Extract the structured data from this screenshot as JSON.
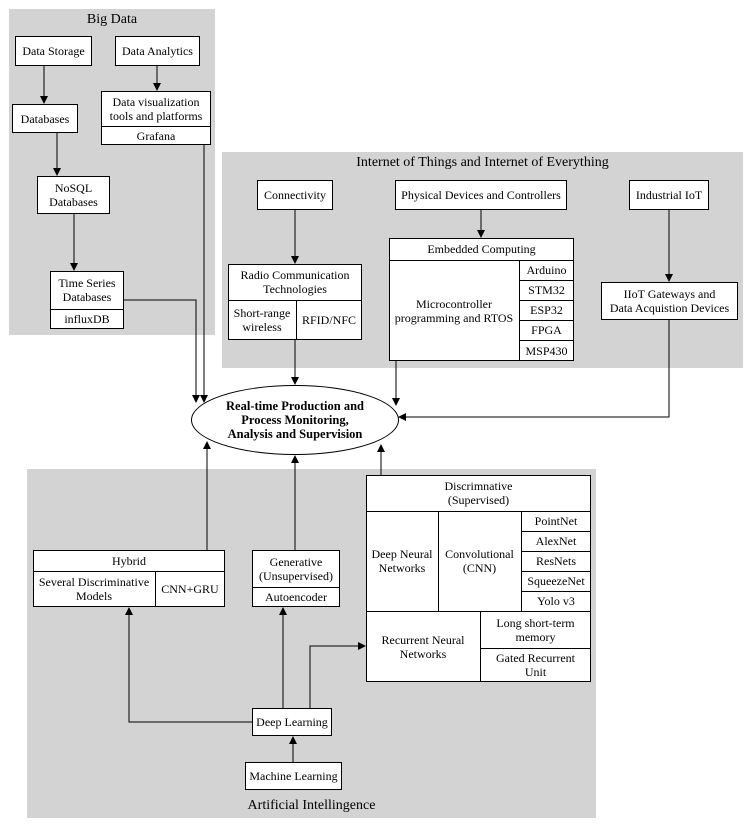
{
  "regions": {
    "big_data": "Big Data",
    "iot": "Internet of Things and Internet of Everything",
    "ai": "Artificial Intellingence"
  },
  "center": "Real-time Production and\nProcess Monitoring,\nAnalysis and Supervision",
  "big_data": {
    "data_storage": "Data Storage",
    "data_analytics": "Data Analytics",
    "databases": "Databases",
    "nosql": "NoSQL\nDatabases",
    "viz_tools": "Data visualization\ntools and platforms",
    "grafana": "Grafana",
    "time_series": "Time Series\nDatabases",
    "influxdb": "influxDB"
  },
  "iot": {
    "connectivity": "Connectivity",
    "physical_devices": "Physical Devices and Controllers",
    "industrial_iot": "Industrial IoT",
    "radio": "Radio Communication\nTechnologies",
    "short_range": "Short-range\nwireless",
    "rfid": "RFID/NFC",
    "embedded": "Embedded Computing",
    "microcontroller": "Microcontroller\nprogramming and RTOS",
    "boards": [
      "Arduino",
      "STM32",
      "ESP32",
      "FPGA",
      "MSP430"
    ],
    "gateways": "IIoT Gateways and\nData Acquistion Devices"
  },
  "ai": {
    "discriminative": "Discrimnative\n(Supervised)",
    "dnn": "Deep Neural\nNetworks",
    "cnn": "Convolutional\n(CNN)",
    "cnn_models": [
      "PointNet",
      "AlexNet",
      "ResNets",
      "SqueezeNet",
      "Yolo v3"
    ],
    "rnn": "Recurrent Neural\nNetworks",
    "lstm": "Long short-term\nmemory",
    "gru": "Gated Recurrent\nUnit",
    "hybrid": "Hybrid",
    "several": "Several Discriminative\nModels",
    "cnn_gru": "CNN+GRU",
    "generative": "Generative\n(Unsupervised)",
    "autoencoder": "Autoencoder",
    "deep_learning": "Deep Learning",
    "machine_learning": "Machine Learning"
  }
}
